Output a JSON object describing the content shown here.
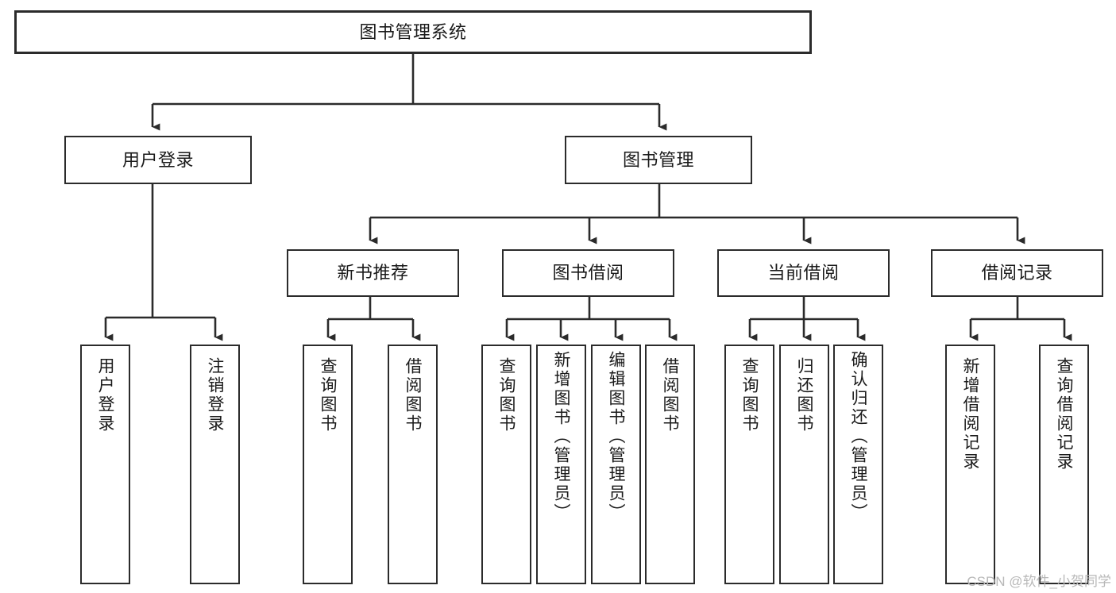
{
  "diagram": {
    "title": "图书管理系统",
    "watermark": "CSDN @软件_小贺同学",
    "levels": {
      "root": {
        "label": "图书管理系统"
      },
      "level2": [
        {
          "label": "用户登录"
        },
        {
          "label": "图书管理"
        }
      ],
      "level3": [
        {
          "label": "新书推荐"
        },
        {
          "label": "图书借阅"
        },
        {
          "label": "当前借阅"
        },
        {
          "label": "借阅记录"
        }
      ],
      "leaves": {
        "user_login": [
          {
            "label": "用户登录"
          },
          {
            "label": "注销登录"
          }
        ],
        "new_book_recommend": [
          {
            "label": "查询图书"
          },
          {
            "label": "借阅图书"
          }
        ],
        "book_borrow": [
          {
            "label": "查询图书"
          },
          {
            "label": "新增图书（管理员）"
          },
          {
            "label": "编辑图书（管理员）"
          },
          {
            "label": "借阅图书"
          }
        ],
        "current_borrow": [
          {
            "label": "查询图书"
          },
          {
            "label": "归还图书"
          },
          {
            "label": "确认归还（管理员）"
          }
        ],
        "borrow_record": [
          {
            "label": "新增借阅记录"
          },
          {
            "label": "查询借阅记录"
          }
        ]
      }
    },
    "colors": {
      "stroke": "#2b2b2b",
      "fill": "#ffffff",
      "text": "#1a1a1a",
      "watermark": "#b8b8b8"
    }
  }
}
